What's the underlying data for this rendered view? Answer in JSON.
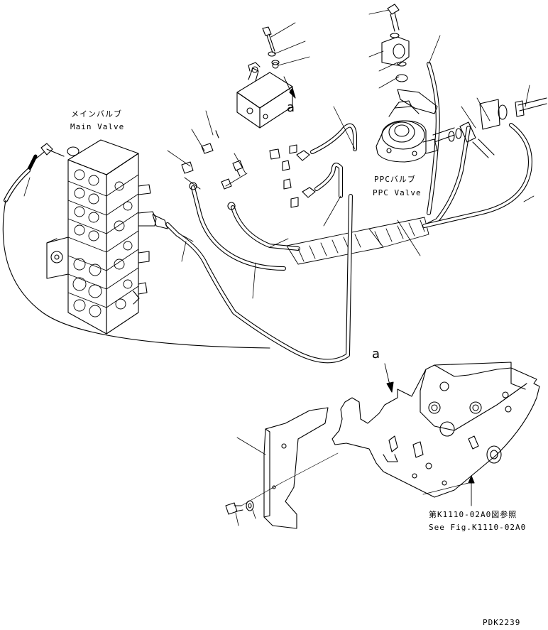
{
  "main_valve": {
    "label_jp": "メインバルブ",
    "label_en": "Main Valve"
  },
  "ppc_valve": {
    "label_jp": "PPCバルブ",
    "label_en": "PPC Valve"
  },
  "callouts": {
    "detail_a_top": "a",
    "detail_a_bottom": "a"
  },
  "reference": {
    "label_jp": "第K1110-02A0図参照",
    "label_en": "See Fig.K1110-02A0"
  },
  "drawing_id": "PDK2239"
}
